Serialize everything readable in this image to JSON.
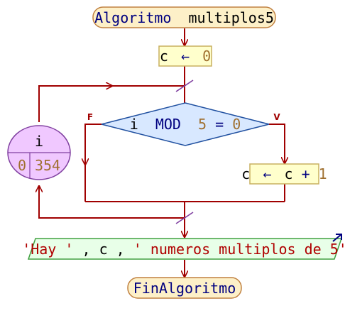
{
  "diagram": {
    "start": {
      "name": "Algoritmo",
      "id": "multiplos5"
    },
    "assign_init": {
      "var": "c",
      "arrow": "←",
      "value": "0"
    },
    "loop": {
      "var": "i",
      "from": "0",
      "to": "354"
    },
    "decision": {
      "var": "i",
      "op": "MOD",
      "number": "5",
      "eq": "=",
      "zero": "0",
      "false_label": "F",
      "true_label": "V"
    },
    "assign_inc": {
      "var": "c",
      "arrow": "←",
      "expr_var": "c",
      "plus": "+",
      "one": "1"
    },
    "output": {
      "s1": "'Hay '",
      "c1": ",",
      "v": "c",
      "c2": ",",
      "s2": "' numeros multiplos de 5'"
    },
    "end": {
      "label": "FinAlgoritmo"
    }
  },
  "colors": {
    "flow": "#a00000",
    "keyword": "#000080",
    "number": "#a07030",
    "string": "#b00000",
    "terminal_fill": "#fdf0c8",
    "terminal_stroke": "#c08040",
    "process_fill": "#ffffcc",
    "process_stroke": "#c8b060",
    "decision_fill": "#d8e8ff",
    "decision_stroke": "#2050a0",
    "loop_fill": "#f0c8ff",
    "loop_stroke": "#8040a0",
    "io_fill": "#e8ffe8",
    "io_stroke": "#40a040"
  }
}
